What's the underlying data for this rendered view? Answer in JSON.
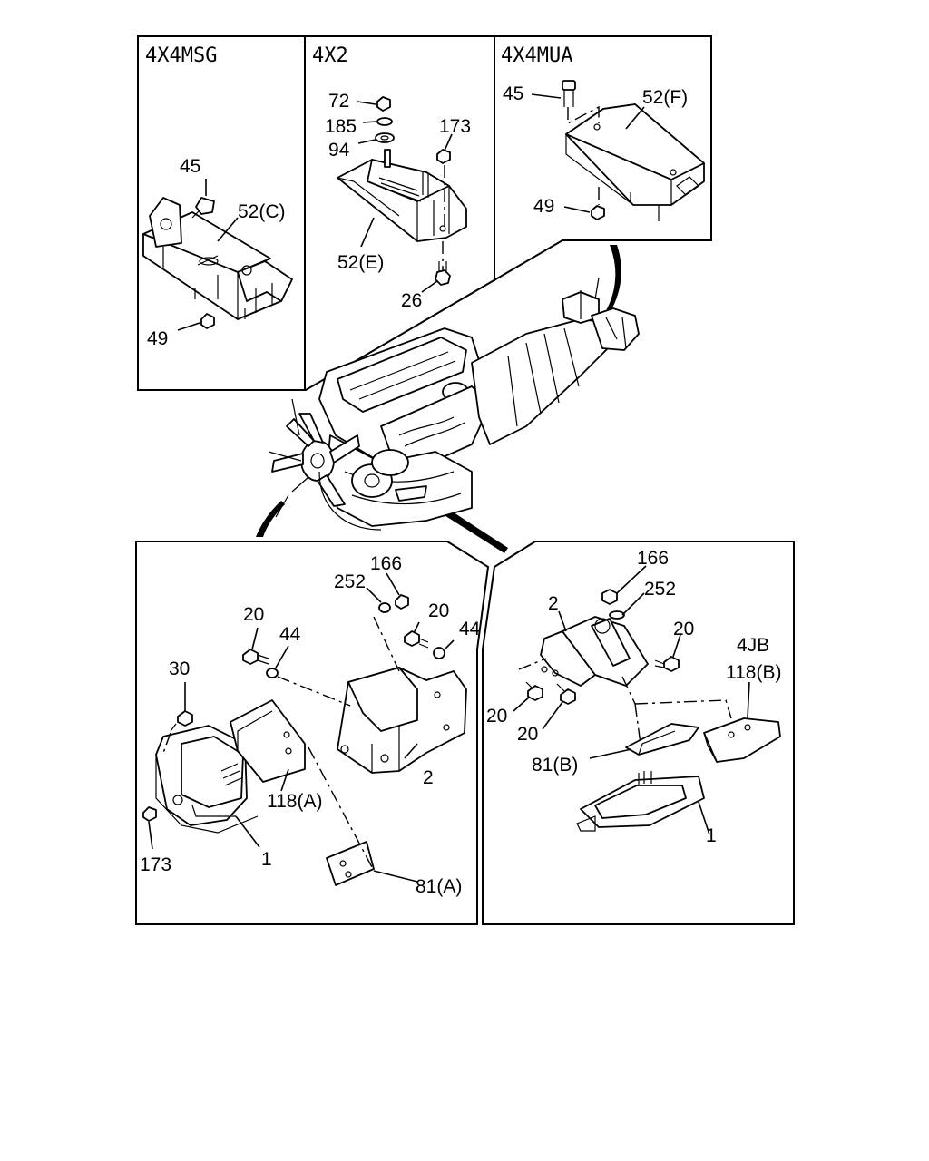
{
  "panels": {
    "top_left": {
      "title": "4X4MSG",
      "labels": [
        "45",
        "52(C)",
        "49"
      ]
    },
    "top_middle": {
      "title": "4X2",
      "labels": [
        "72",
        "185",
        "173",
        "94",
        "52(E)",
        "26"
      ]
    },
    "top_right": {
      "title": "4X4MUA",
      "labels": [
        "45",
        "52(F)",
        "49"
      ]
    },
    "bottom_left": {
      "labels": [
        "166",
        "252",
        "20",
        "20",
        "44",
        "44",
        "30",
        "118(A)",
        "2",
        "173",
        "1",
        "81(A)"
      ]
    },
    "bottom_right": {
      "title": "4JB",
      "labels": [
        "166",
        "2",
        "252",
        "20",
        "118(B)",
        "20",
        "20",
        "81(B)",
        "1"
      ]
    }
  }
}
